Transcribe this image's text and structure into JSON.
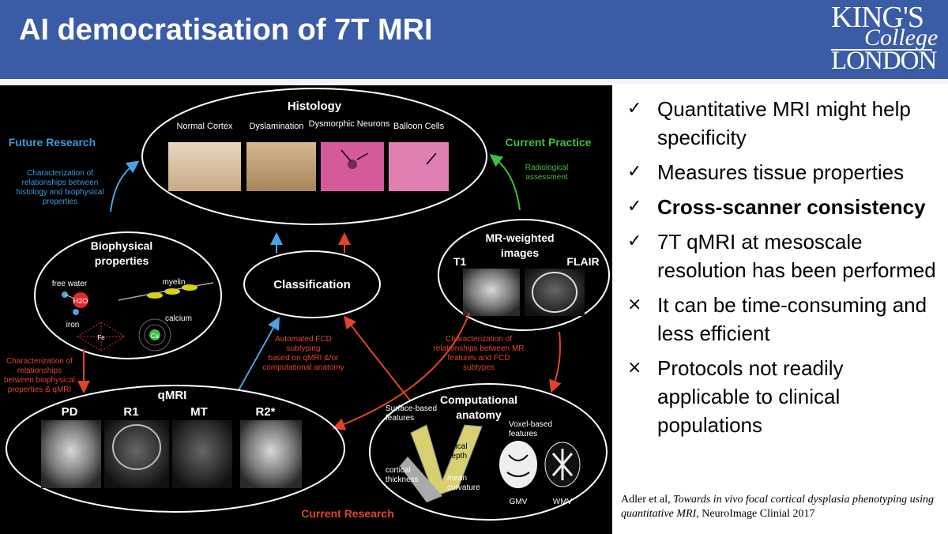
{
  "title": "AI democratisation of 7T MRI",
  "logo": {
    "line1": "KING'S",
    "line2": "College",
    "line3": "LONDON"
  },
  "diagram": {
    "histology": {
      "title": "Histology",
      "items": [
        "Normal Cortex",
        "Dyslamination",
        "Dysmorphic Neurons",
        "Balloon Cells"
      ]
    },
    "future_research": {
      "label": "Future Research",
      "desc": [
        "Characterization of",
        "relationships between",
        "histology and biophysical",
        "properties"
      ]
    },
    "current_practice": {
      "label": "Current Practice",
      "desc": [
        "Radiological",
        "assessment"
      ]
    },
    "biophysical": {
      "title": [
        "Biophysical",
        "properties"
      ],
      "labels": {
        "free_water": "free water",
        "h2o": "H2O",
        "iron": "iron",
        "myelin": "myelin",
        "calcium": "calcium",
        "ca": "Ca",
        "fe": "Fe"
      }
    },
    "classification": "Classification",
    "mr_weighted": {
      "title": [
        "MR-weighted",
        "images"
      ],
      "t1": "T1",
      "flair": "FLAIR"
    },
    "left_desc": [
      "Characterization of",
      "relationships",
      "between biophysical",
      "properties & qMRI"
    ],
    "center_desc": [
      "Automated FCD",
      "subtyping",
      "based on qMRI &/or",
      "computational anatomy"
    ],
    "right_desc": [
      "Characterization of",
      "relationships between MR",
      "features and FCD",
      "subtypes"
    ],
    "qmri": {
      "title": "qMRI",
      "maps": [
        "PD",
        "R1",
        "MT",
        "R2*"
      ]
    },
    "comp_anatomy": {
      "title": [
        "Computational",
        "anatomy"
      ],
      "surface": [
        "Surface-based",
        "features"
      ],
      "voxel": [
        "Voxel-based",
        "features"
      ],
      "sulcal": [
        "sulcal",
        "depth"
      ],
      "cortical": [
        "cortical",
        "thickness"
      ],
      "curvature": [
        "mean",
        "curvature"
      ],
      "gmv": "GMV",
      "wmv": "WMV"
    },
    "current_research": "Current Research"
  },
  "bullets": [
    {
      "mark": "✓",
      "text": "Quantitative MRI might help specificity",
      "bold": false
    },
    {
      "mark": "✓",
      "text": "Measures tissue properties",
      "bold": false
    },
    {
      "mark": "✓",
      "text": "Cross-scanner consistency",
      "bold": true
    },
    {
      "mark": "✓",
      "text": "7T qMRI at mesoscale resolution has been performed",
      "bold": false
    },
    {
      "mark": "×",
      "text": "It can be time-consuming and less efficient",
      "bold": false
    },
    {
      "mark": "×",
      "text": "Protocols not readily applicable to clinical populations",
      "bold": false
    }
  ],
  "citation": {
    "authors": "Adler et al,",
    "paper": "Towards in vivo focal cortical dysplasia phenotyping using quantitative MRI,",
    "journal": "NeuroImage Clinial 2017"
  },
  "colors": {
    "header": "#3a5ba6",
    "blue_text": "#3a9ad9",
    "green_text": "#3fbf3f",
    "orange_text": "#e0452a"
  }
}
